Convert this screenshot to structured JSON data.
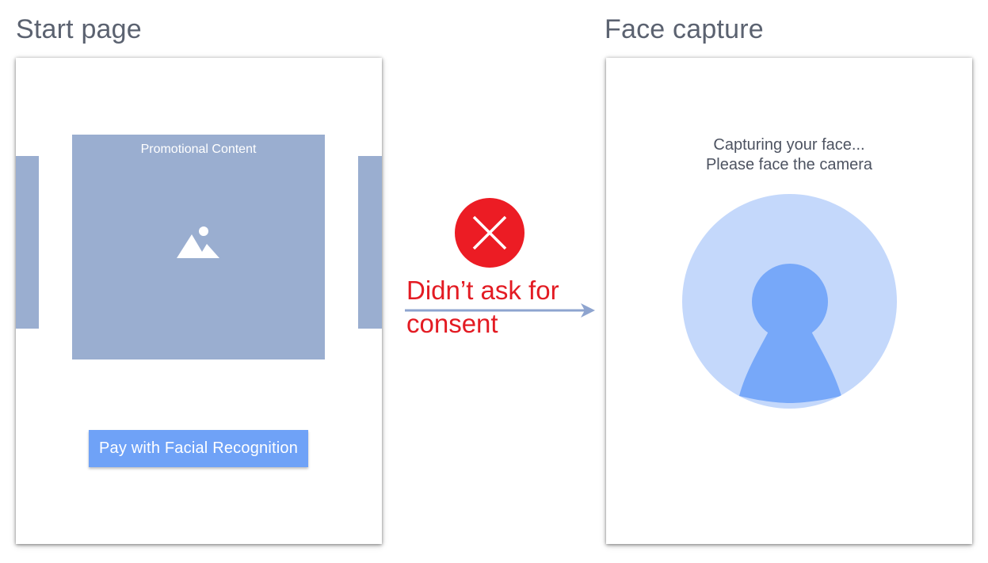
{
  "left_screen": {
    "title": "Start page",
    "promo_label": "Promotional Content",
    "promo_icon": "image-icon",
    "pay_button_label": "Pay with Facial Recognition"
  },
  "transition": {
    "label": "Didn’t ask for consent",
    "status_icon": "x-circle-icon",
    "arrow_icon": "arrow-right-icon"
  },
  "right_screen": {
    "title": "Face capture",
    "capture_line1": "Capturing your face...",
    "capture_line2": "Please face the camera",
    "avatar_icon": "person-silhouette-icon"
  },
  "colors": {
    "title_text": "#5b6270",
    "card_fill": "#9aaed0",
    "button_fill": "#6fa2f7",
    "warning_red": "#e31b23",
    "arrow": "#8ea4cf",
    "avatar_bg": "#c4d8fb",
    "avatar_fg": "#77a8f9"
  }
}
